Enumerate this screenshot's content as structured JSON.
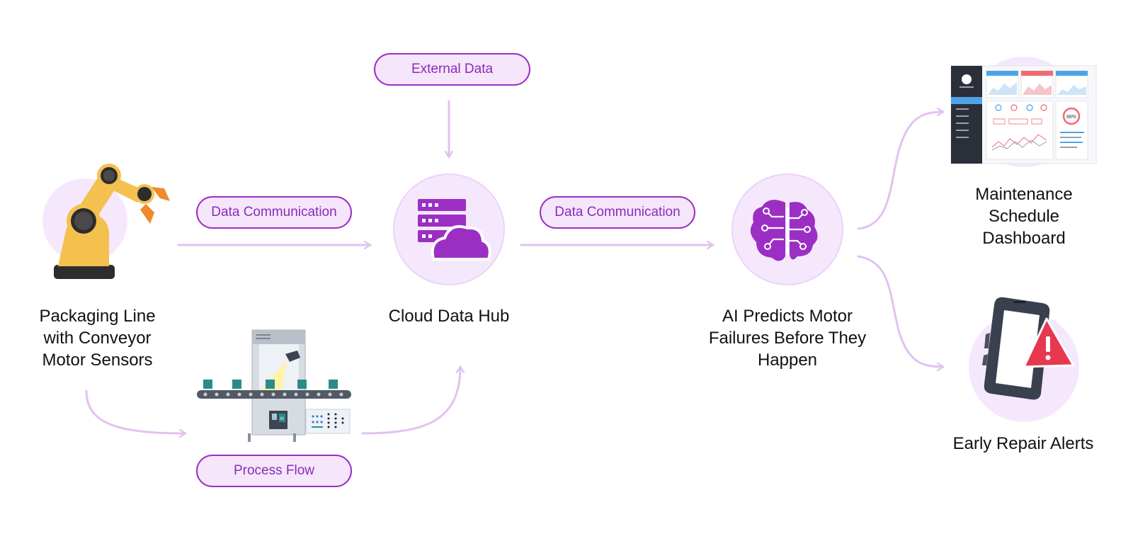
{
  "pills": {
    "external_data": "External Data",
    "data_comm_left": "Data Communication",
    "data_comm_right": "Data Communication",
    "process_flow": "Process Flow"
  },
  "nodes": {
    "packaging_line": "Packaging Line\nwith Conveyor\nMotor Sensors",
    "cloud_hub": "Cloud Data Hub",
    "ai_predicts": "AI Predicts Motor\nFailures Before They\nHappen",
    "maintenance": "Maintenance\nSchedule\nDashboard",
    "alerts": "Early Repair Alerts"
  },
  "icons": {
    "robot": "robot-arm-icon",
    "cloud": "cloud-server-icon",
    "brain": "ai-brain-icon",
    "dashboard": "dashboard-screenshot-icon",
    "phone": "phone-alert-icon",
    "conveyor": "conveyor-machine-icon"
  },
  "dashboard_gauge": "88%",
  "machine_badge": "AI",
  "colors": {
    "accent": "#9b2fc3",
    "pill_fill": "#f5e6fb",
    "arrow": "#e2c2f0",
    "circle": "#f6e8fc",
    "robot": "#f4c04e",
    "alert_red": "#e63950"
  }
}
